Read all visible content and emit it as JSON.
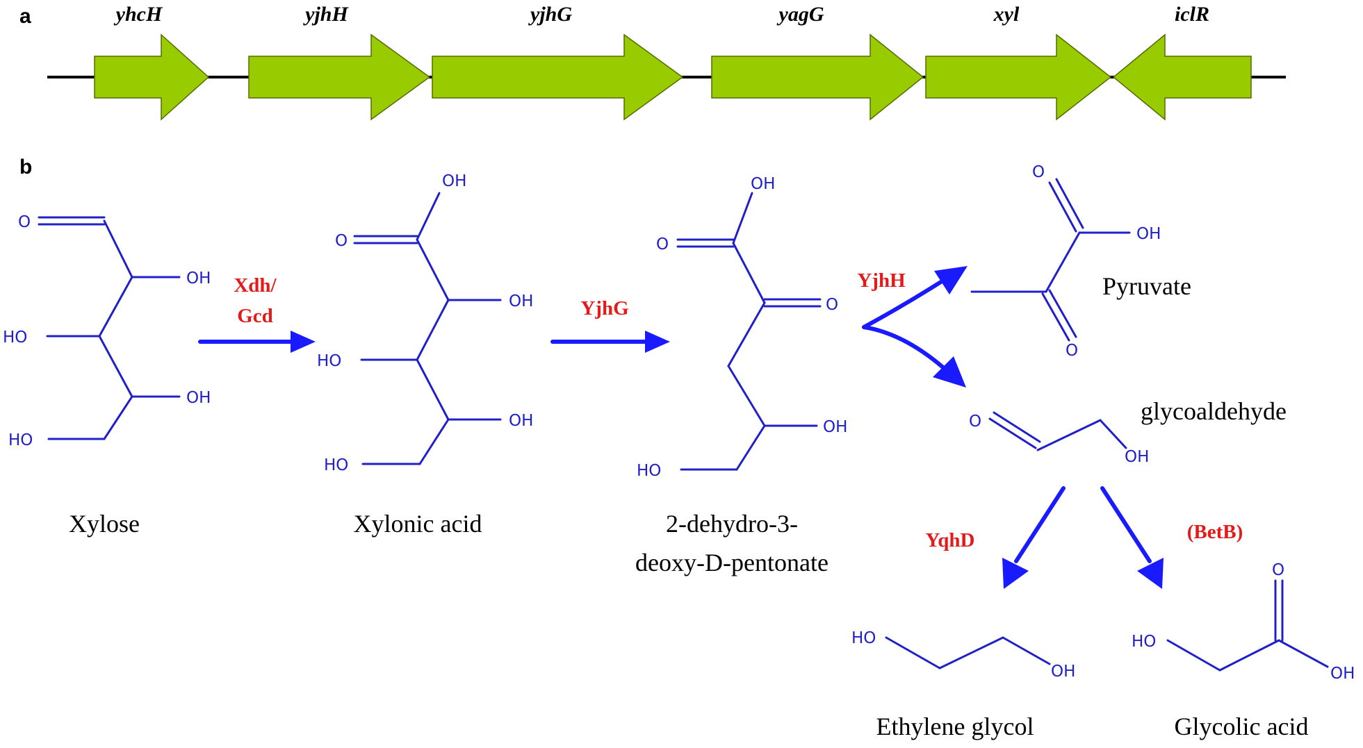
{
  "panels": {
    "a": "a",
    "b": "b"
  },
  "genes": [
    {
      "label": "yhcH",
      "direction": "forward"
    },
    {
      "label": "yjhH",
      "direction": "forward"
    },
    {
      "label": "yjhG",
      "direction": "forward"
    },
    {
      "label": "yagG",
      "direction": "forward"
    },
    {
      "label": "xyl",
      "direction": "forward"
    },
    {
      "label": "iclR",
      "direction": "reverse"
    }
  ],
  "compounds": {
    "xylose": "Xylose",
    "xylonic_acid": "Xylonic acid",
    "ddp_line1": "2-dehydro-3-",
    "ddp_line2": "deoxy-D-pentonate",
    "pyruvate": "Pyruvate",
    "glycoaldehyde": "glycoaldehyde",
    "ethylene_glycol": "Ethylene glycol",
    "glycolic_acid": "Glycolic acid"
  },
  "enzymes": {
    "xdh_line1": "Xdh/",
    "xdh_line2": "Gcd",
    "yjhg": "YjhG",
    "yjhh": "YjhH",
    "yqhd": "YqhD",
    "betb": "(BetB)"
  },
  "atoms": {
    "oh": "OH",
    "ho": "HO",
    "o": "O"
  },
  "colors": {
    "gene_fill": "#99cc00",
    "structure": "#2020c8",
    "arrow": "#1a1aff",
    "enzyme_text": "#e41a1a"
  }
}
